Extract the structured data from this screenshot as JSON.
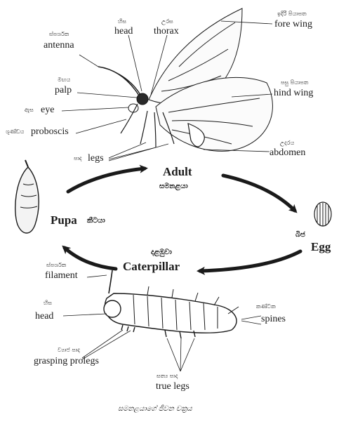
{
  "labels": {
    "head_top": {
      "si": "හිස",
      "en": "head"
    },
    "thorax": {
      "si": "උරස",
      "en": "thorax"
    },
    "fore_wing": {
      "si": "ඉදිරි පියාපත",
      "en": "fore wing"
    },
    "antenna": {
      "si": "ස්පර්ශක",
      "en": "antenna"
    },
    "palp": {
      "si": "මඟය",
      "en": "palp"
    },
    "hind_wing": {
      "si": "පසු පියාපත",
      "en": "hind wing"
    },
    "eye": {
      "si": "ඇස",
      "en": "eye"
    },
    "proboscis": {
      "si": "ශුණ්ඩය",
      "en": "proboscis"
    },
    "legs": {
      "si": "පාද",
      "en": "legs"
    },
    "abdomen": {
      "si": "උදරය",
      "en": "abdomen"
    },
    "filament": {
      "si": "ස්පර්ශක",
      "en": "filament"
    },
    "head_bottom": {
      "si": "හිස",
      "en": "head"
    },
    "spines": {
      "si": "කණ්ටක",
      "en": "spines"
    },
    "grasping_prolegs": {
      "si": "ව්‍යාජ පාද",
      "en": "grasping prolegs"
    },
    "true_legs": {
      "si": "සත්‍ය පාද",
      "en": "true legs"
    }
  },
  "stages": {
    "adult": {
      "en": "Adult",
      "si": "සමනළයා"
    },
    "egg": {
      "en": "Egg",
      "si": "බිජ"
    },
    "caterpillar": {
      "en": "Caterpillar",
      "si": "දළඹුවා"
    },
    "pupa": {
      "en": "Pupa",
      "si": "කීටයා"
    }
  },
  "caption": "සමනළයාගේ ජීවන චක්‍රය"
}
